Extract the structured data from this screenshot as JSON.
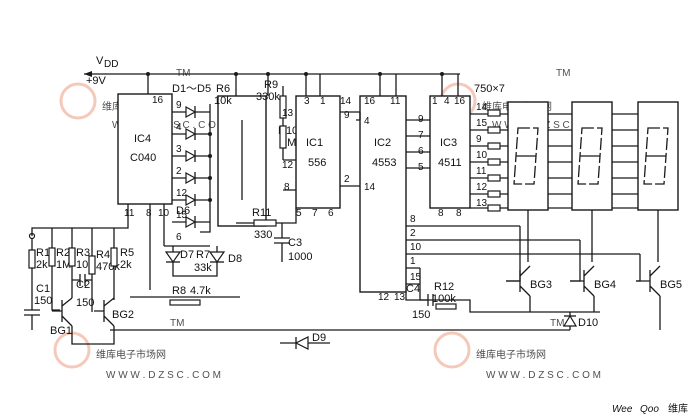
{
  "supply": {
    "vdd": "V",
    "vdd_sub": "DD",
    "voltage": "+9V"
  },
  "ic4": {
    "name": "IC4",
    "part": "C040",
    "pins": {
      "p16": "16",
      "p11": "11",
      "p8": "8",
      "p10": "10"
    }
  },
  "ic1": {
    "name": "IC1",
    "part": "556",
    "pins": {
      "p3": "3",
      "p1": "1",
      "p14": "14",
      "p9": "9",
      "p13": "13",
      "p12": "12",
      "p8": "8",
      "p2": "2",
      "p5": "5",
      "p7": "7",
      "p6": "6"
    }
  },
  "ic2": {
    "name": "IC2",
    "part": "4553",
    "pins": {
      "p16": "16",
      "p11": "11",
      "p4": "4",
      "p14": "14",
      "p8": "8",
      "p2": "2",
      "p10": "10",
      "p1": "1",
      "p15": "15",
      "p12": "12",
      "p13": "13"
    }
  },
  "ic3": {
    "name": "IC3",
    "part": "4511",
    "pins": {
      "p1": "1",
      "p4": "4",
      "p16": "16",
      "p9": "9",
      "p7": "7",
      "p6": "6",
      "p5": "5",
      "p8": "8"
    }
  },
  "ic3_out_pins": [
    "14",
    "15",
    "9",
    "10",
    "11",
    "12",
    "13"
  ],
  "counter_pins": [
    "9",
    "4",
    "3",
    "2",
    "12",
    "15",
    "6"
  ],
  "diodes": {
    "d1_d5": "D1～D5",
    "d6": "D6",
    "d7": "D7",
    "d8": "D8",
    "d9": "D9",
    "d10": "D10"
  },
  "resistors": {
    "r1": "R1",
    "r1v": "2k",
    "r2": "R2",
    "r2v": "1M",
    "r3": "R3",
    "r3v": "10k",
    "r4": "R4",
    "r4v": "470k",
    "r5": "R5",
    "r5v": "2k",
    "r6": "R6",
    "r6v": "10k",
    "r7": "R7",
    "r7v": "33k",
    "r8": "R8",
    "r8v": "4.7k",
    "r9": "R9",
    "r9v": "330k",
    "r10": "R10",
    "r10v": "1M",
    "r11": "R11",
    "r11v": "330",
    "r12": "R12",
    "r12v": "100k",
    "network": "750×7"
  },
  "capacitors": {
    "c1": "C1",
    "c1v": "150",
    "c2": "C2",
    "c2v": "150",
    "c3": "C3",
    "c3v": "1000",
    "c4": "C4",
    "c4v": "150"
  },
  "transistors": {
    "bg1": "BG1",
    "bg2": "BG2",
    "bg3": "BG3",
    "bg4": "BG4",
    "bg5": "BG5"
  },
  "watermark": {
    "brand": "维库电子市场网",
    "url": "W W W . D Z S C . C O M",
    "tm": "TM"
  },
  "footer": {
    "brand_a": "Wee",
    "brand_b": "Qoo",
    "brand_c": "维库"
  }
}
